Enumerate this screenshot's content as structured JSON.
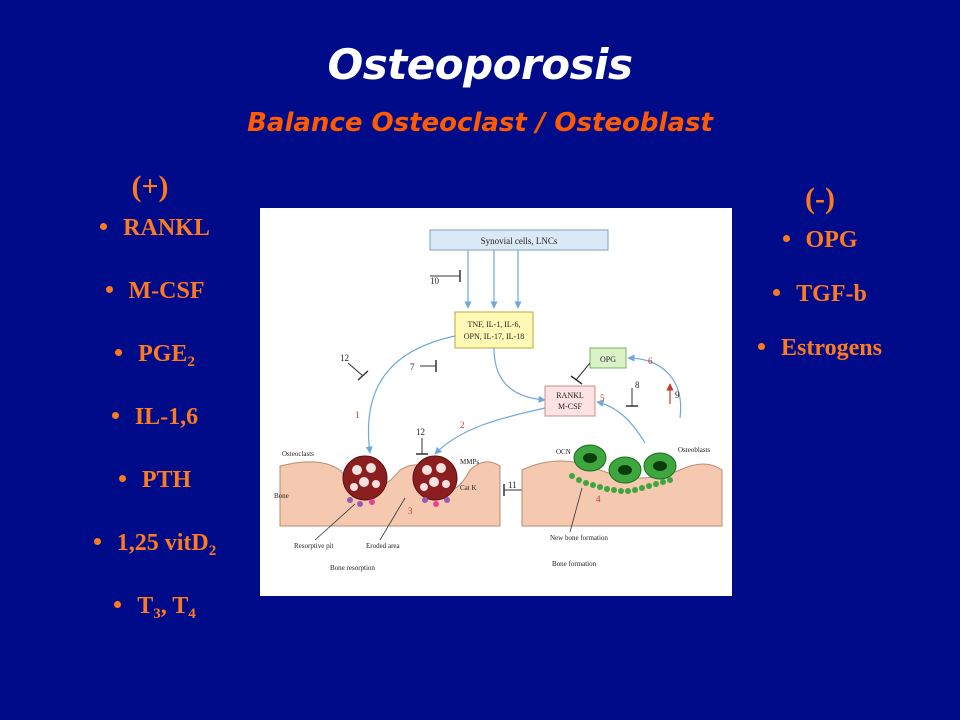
{
  "title": "Osteoporosis",
  "subtitle": "Balance Osteoclast / Osteoblast",
  "left": {
    "heading": "(+)",
    "items": [
      {
        "text": "RANKL"
      },
      {
        "text": "M-CSF"
      },
      {
        "pre": "PGE",
        "sub": "2"
      },
      {
        "text": "IL-1,6"
      },
      {
        "text": "PTH"
      },
      {
        "pre": "1,25 vitD",
        "sub": "2"
      },
      {
        "pre": "T",
        "sub": "3",
        "mid": ", T",
        "sub2": "4"
      }
    ]
  },
  "right": {
    "heading": "(-)",
    "items": [
      {
        "text": "OPG"
      },
      {
        "text": "TGF-b"
      },
      {
        "text": "Estrogens"
      }
    ]
  },
  "diagram": {
    "synovial": "Synovial cells, LNCs",
    "cytokines_line1": "TNF, IL-1, IL-6,",
    "cytokines_line2": "OPN, IL-17, IL-18",
    "opg": "OPG",
    "rankl_line1": "RANKL",
    "rankl_line2": "M-CSF",
    "osteoclasts": "Osteoclasts",
    "osteoblasts": "Osteoblasts",
    "ocn": "OCN",
    "bone": "Bone",
    "mmps": "MMPs",
    "catk": "Cat K",
    "resorptive_pit": "Resorptive pit",
    "eroded_area": "Eroded area",
    "bone_resorption": "Bone resorption",
    "new_bone_formation": "New bone formation",
    "bone_formation": "Bone formation",
    "n1": "1",
    "n2": "2",
    "n3": "3",
    "n4": "4",
    "n5": "5",
    "n6": "6",
    "n7": "7",
    "n8": "8",
    "n9": "9",
    "n10": "10",
    "n11": "11",
    "n12a": "12",
    "n12b": "12"
  }
}
